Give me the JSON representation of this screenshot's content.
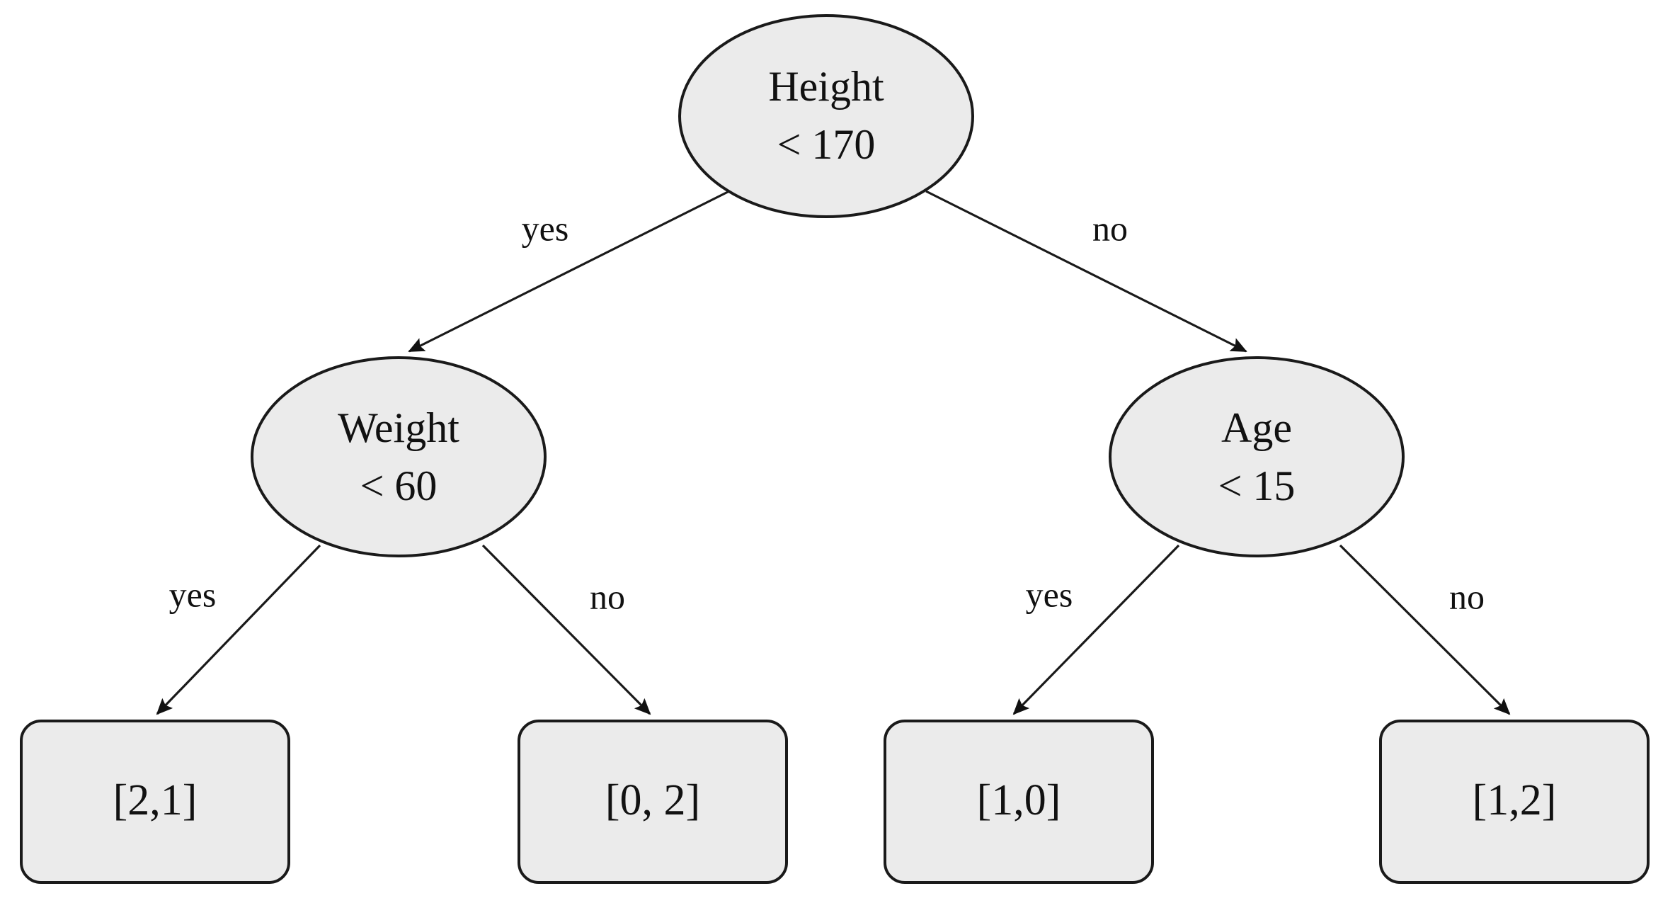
{
  "diagram": {
    "type": "decision-tree",
    "title": "",
    "background_color": "#ffffff",
    "node_fill_color": "#ebebeb",
    "node_stroke_color": "#1a1a1a",
    "text_color": "#111111"
  },
  "nodes": {
    "root": {
      "id": "height",
      "shape": "ellipse",
      "line1": "Height",
      "line2": "< 170",
      "feature": "Height",
      "threshold": "170",
      "operator": "<"
    },
    "internal_left": {
      "id": "weight",
      "shape": "ellipse",
      "line1": "Weight",
      "line2": "< 60",
      "feature": "Weight",
      "threshold": "60",
      "operator": "<"
    },
    "internal_right": {
      "id": "age",
      "shape": "ellipse",
      "line1": "Age",
      "line2": "< 15",
      "feature": "Age",
      "threshold": "15",
      "operator": "<"
    }
  },
  "leaves": [
    {
      "id": "leaf-1",
      "shape": "rounded-rect",
      "label": "[2,1]",
      "counts": [
        2,
        1
      ]
    },
    {
      "id": "leaf-2",
      "shape": "rounded-rect",
      "label": "[0, 2]",
      "counts": [
        0,
        2
      ]
    },
    {
      "id": "leaf-3",
      "shape": "rounded-rect",
      "label": "[1,0]",
      "counts": [
        1,
        0
      ]
    },
    {
      "id": "leaf-4",
      "shape": "rounded-rect",
      "label": "[1,2]",
      "counts": [
        1,
        2
      ]
    }
  ],
  "edges": [
    {
      "id": "edge-root-left",
      "from": "height",
      "to": "weight",
      "label": "yes"
    },
    {
      "id": "edge-root-right",
      "from": "height",
      "to": "age",
      "label": "no"
    },
    {
      "id": "edge-weight-left",
      "from": "weight",
      "to": "leaf-1",
      "label": "yes"
    },
    {
      "id": "edge-weight-right",
      "from": "weight",
      "to": "leaf-2",
      "label": "no"
    },
    {
      "id": "edge-age-left",
      "from": "age",
      "to": "leaf-3",
      "label": "yes"
    },
    {
      "id": "edge-age-right",
      "from": "age",
      "to": "leaf-4",
      "label": "no"
    }
  ]
}
